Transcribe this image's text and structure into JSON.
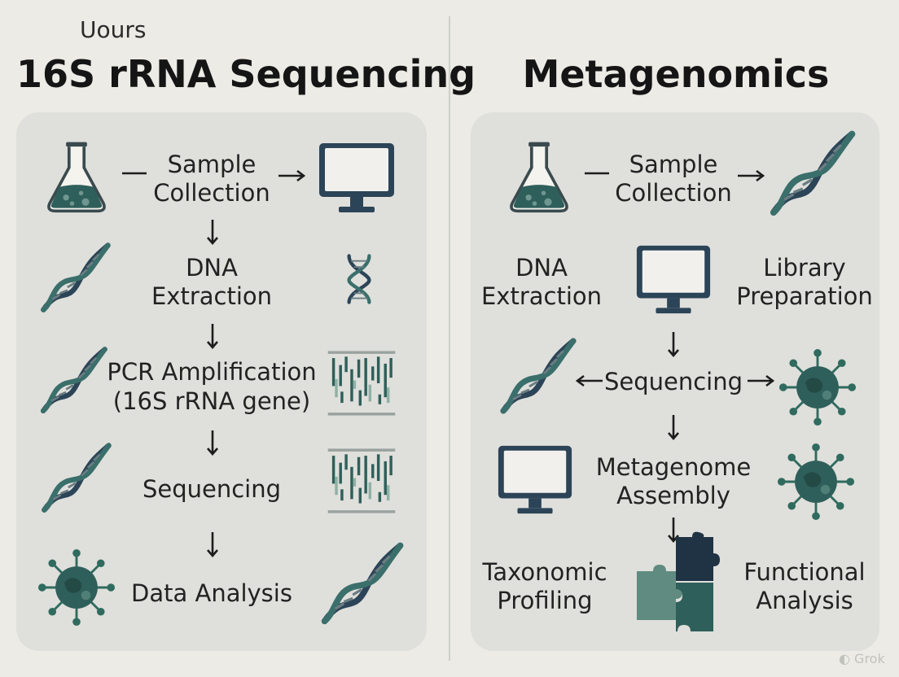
{
  "colors": {
    "background": "#ecebe6",
    "panel": "#dfdfdb",
    "teal": "#2f5f5a",
    "navy": "#2c4457",
    "accent_green": "#2f6b5e"
  },
  "header": {
    "corner_text": "Uours"
  },
  "left": {
    "title": "16S rRNA Sequencing",
    "steps": {
      "sample1": "Sample",
      "sample2": "Collection",
      "dna1": "DNA",
      "dna2": "Extraction",
      "pcr1": "PCR Amplification",
      "pcr2": "(16S rRNA gene)",
      "seq": "Sequencing",
      "analysis": "Data Analysis"
    }
  },
  "right": {
    "title": "Metagenomics",
    "steps": {
      "sample1": "Sample",
      "sample2": "Collection",
      "dna1": "DNA",
      "dna2": "Extraction",
      "lib1": "Library",
      "lib2": "Preparation",
      "seq": "Sequencing",
      "meta1": "Metagenome",
      "meta2": "Assembly",
      "tax1": "Taxonomic",
      "tax2": "Profiling",
      "func1": "Functional",
      "func2": "Analysis"
    }
  },
  "watermark": "Grok",
  "icons": [
    "flask-icon",
    "computer-monitor-icon",
    "dna-helix-icon",
    "sequencing-gel-icon",
    "microbe-icon",
    "puzzle-icon"
  ]
}
